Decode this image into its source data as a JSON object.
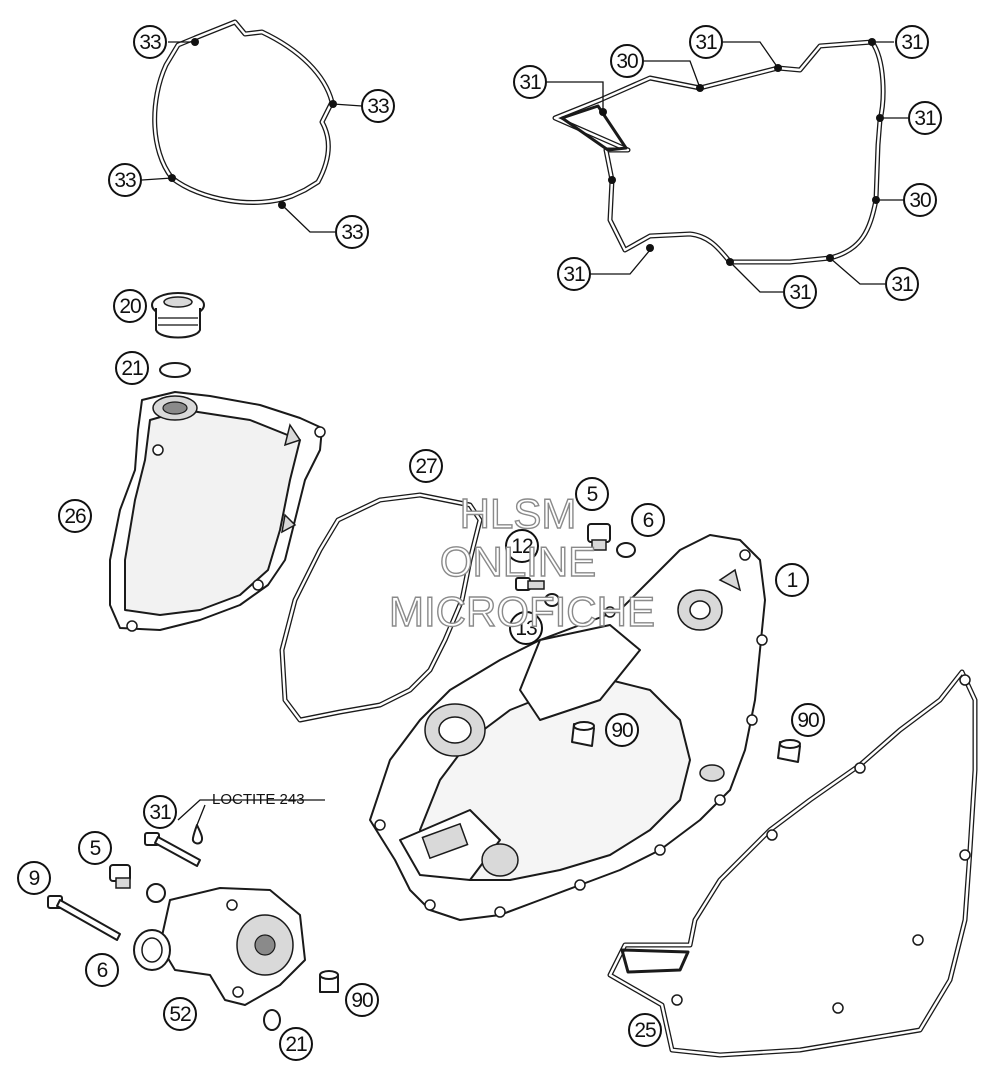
{
  "callouts": [
    {
      "id": "c33a",
      "label": "33"
    },
    {
      "id": "c33b",
      "label": "33"
    },
    {
      "id": "c33c",
      "label": "33"
    },
    {
      "id": "c33d",
      "label": "33"
    },
    {
      "id": "c31a",
      "label": "31"
    },
    {
      "id": "c31b",
      "label": "31"
    },
    {
      "id": "c31c",
      "label": "31"
    },
    {
      "id": "c31d",
      "label": "31"
    },
    {
      "id": "c31e",
      "label": "31"
    },
    {
      "id": "c31f",
      "label": "31"
    },
    {
      "id": "c31g",
      "label": "31"
    },
    {
      "id": "c30a",
      "label": "30"
    },
    {
      "id": "c30b",
      "label": "30"
    },
    {
      "id": "c20",
      "label": "20"
    },
    {
      "id": "c21a",
      "label": "21"
    },
    {
      "id": "c26",
      "label": "26"
    },
    {
      "id": "c27",
      "label": "27"
    },
    {
      "id": "c5a",
      "label": "5"
    },
    {
      "id": "c6a",
      "label": "6"
    },
    {
      "id": "c12",
      "label": "12"
    },
    {
      "id": "c13",
      "label": "13"
    },
    {
      "id": "c1",
      "label": "1"
    },
    {
      "id": "c90a",
      "label": "90"
    },
    {
      "id": "c90b",
      "label": "90"
    },
    {
      "id": "c31h",
      "label": "31"
    },
    {
      "id": "c5b",
      "label": "5"
    },
    {
      "id": "c9",
      "label": "9"
    },
    {
      "id": "c6b",
      "label": "6"
    },
    {
      "id": "c52",
      "label": "52"
    },
    {
      "id": "c90c",
      "label": "90"
    },
    {
      "id": "c21b",
      "label": "21"
    },
    {
      "id": "c25",
      "label": "25"
    }
  ],
  "notes": {
    "loctite": "LOCTITE 243"
  },
  "watermark": {
    "line1": "HLSM",
    "line2": "ONLINE",
    "line3": "MICROFICHE"
  }
}
